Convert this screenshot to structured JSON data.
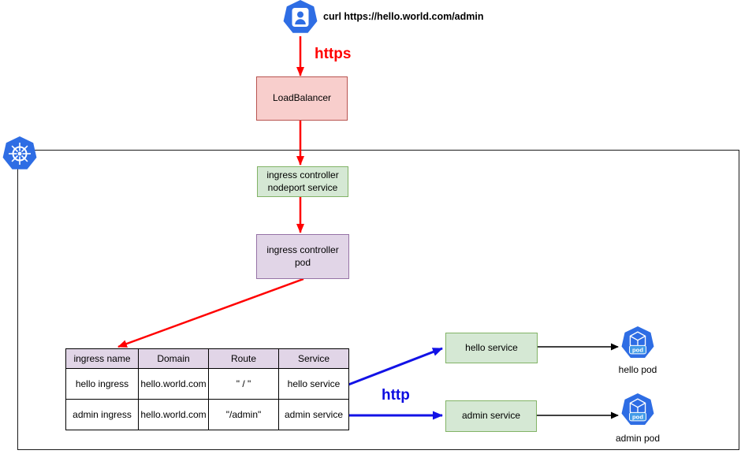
{
  "client": {
    "command": "curl https://hello.world.com/admin"
  },
  "labels": {
    "https": "https",
    "http": "http"
  },
  "nodes": {
    "load_balancer": "LoadBalancer",
    "nodeport_service": "ingress controller nodeport service",
    "ingress_pod": "ingress controller pod",
    "hello_service": "hello service",
    "admin_service": "admin service",
    "hello_pod": "hello pod",
    "admin_pod": "admin pod",
    "pod_badge": "pod"
  },
  "ingress_table": {
    "headers": [
      "ingress name",
      "Domain",
      "Route",
      "Service"
    ],
    "rows": [
      [
        "hello ingress",
        "hello.world.com",
        "\" / \"",
        "hello service"
      ],
      [
        "admin ingress",
        "hello.world.com",
        "\"/admin\"",
        "admin service"
      ]
    ]
  },
  "colors": {
    "arrow_red": "#ff0000",
    "arrow_blue": "#1212e6",
    "arrow_black": "#000000",
    "k8s_blue": "#2e6de4",
    "pod_badge_blue": "#429be8",
    "green_fill": "#d5e8d4",
    "green_border": "#82b366",
    "pink_fill": "#f8cecc",
    "pink_border": "#b85450",
    "purple_fill": "#e1d5e7",
    "purple_border": "#9673a6"
  }
}
